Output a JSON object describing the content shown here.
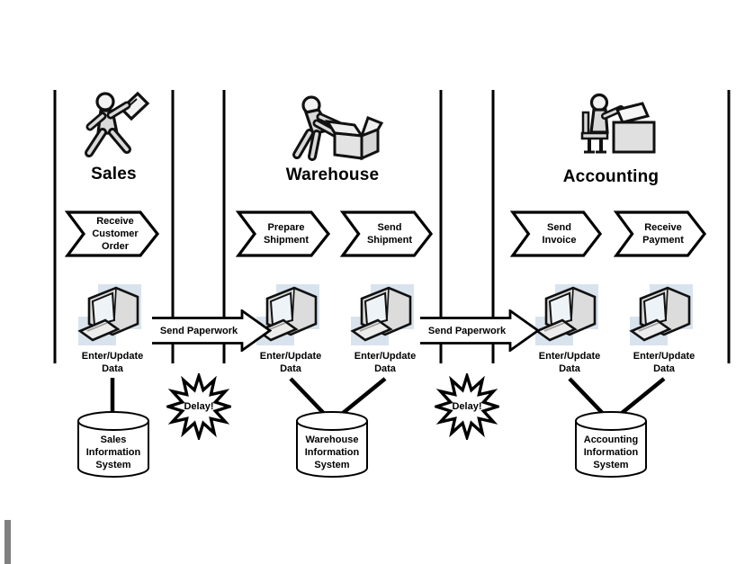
{
  "diagram": {
    "lanes": [
      {
        "title": "Sales",
        "system": "Sales\nInformation\nSystem"
      },
      {
        "title": "Warehouse",
        "system": "Warehouse\nInformation\nSystem"
      },
      {
        "title": "Accounting",
        "system": "Accounting\nInformation\nSystem"
      }
    ],
    "steps": [
      {
        "lane": "Sales",
        "label": "Receive\nCustomer\nOrder"
      },
      {
        "lane": "Warehouse",
        "label": "Prepare\nShipment"
      },
      {
        "lane": "Warehouse",
        "label": "Send\nShipment"
      },
      {
        "lane": "Accounting",
        "label": "Send\nInvoice"
      },
      {
        "lane": "Accounting",
        "label": "Receive\nPayment"
      }
    ],
    "data_entry_label": "Enter/Update\nData",
    "flow_label": "Send Paperwork",
    "delay_label": "Delay!",
    "colors": {
      "line": "#000000",
      "shape_fill": "#ffffff",
      "figure_fill": "#d9d9d9",
      "pc_panel": "#ccd9e8",
      "scrollbar": "#808080"
    }
  }
}
